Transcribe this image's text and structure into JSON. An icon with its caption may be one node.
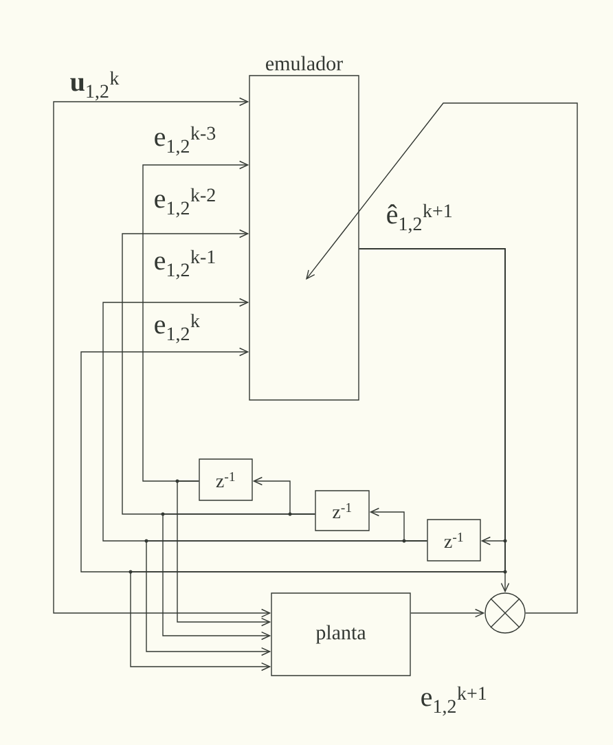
{
  "diagram": {
    "nodes": [
      {
        "text": [
          "emulador"
        ]
      },
      {
        "text": [
          "z$^{-1}$"
        ]
      },
      {
        "text": [
          "z$^{-1}$"
        ]
      },
      {
        "text": [
          "z$^{-1}$"
        ]
      },
      {
        "text": [
          "planta"
        ]
      },
      {
        "text": [],
        "shape": "circle"
      }
    ],
    "edges": [
      {
        "from": 0,
        "to": 4,
        "arrow": "both",
        "label": "**u**$_{1,2}$$^{k}$"
      },
      {
        "from": 0,
        "to": 5,
        "arrow": "to",
        "label": "ê$_{1,2}$$^{k+1}$"
      },
      {
        "from": 0,
        "to": 3,
        "arrow": "to"
      },
      {
        "from": 0,
        "to": 0,
        "arrow": "to",
        "label": "e$_{1,2}$$^{k}$"
      },
      {
        "from": 0,
        "to": 4,
        "arrow": "to"
      },
      {
        "from": 3,
        "to": 0,
        "arrow": "to",
        "label": "e$_{1,2}$$^{k-1}$"
      },
      {
        "from": 3,
        "to": 2,
        "arrow": "to"
      },
      {
        "from": 3,
        "to": 4,
        "arrow": "to"
      },
      {
        "from": 2,
        "to": 0,
        "arrow": "to",
        "label": "e$_{1,2}$$^{k-2}$"
      },
      {
        "from": 2,
        "to": 1,
        "arrow": "to"
      },
      {
        "from": 2,
        "to": 4,
        "arrow": "to"
      },
      {
        "from": 1,
        "to": 0,
        "arrow": "to",
        "label": "e$_{1,2}$$^{k-3}$"
      },
      {
        "from": 1,
        "to": 4,
        "arrow": "to"
      },
      {
        "from": 4,
        "to": 5,
        "arrow": "to",
        "label": "e$_{1,2}$$^{k+1}$"
      },
      {
        "from": 5,
        "to": 0,
        "arrow": "to"
      }
    ]
  }
}
